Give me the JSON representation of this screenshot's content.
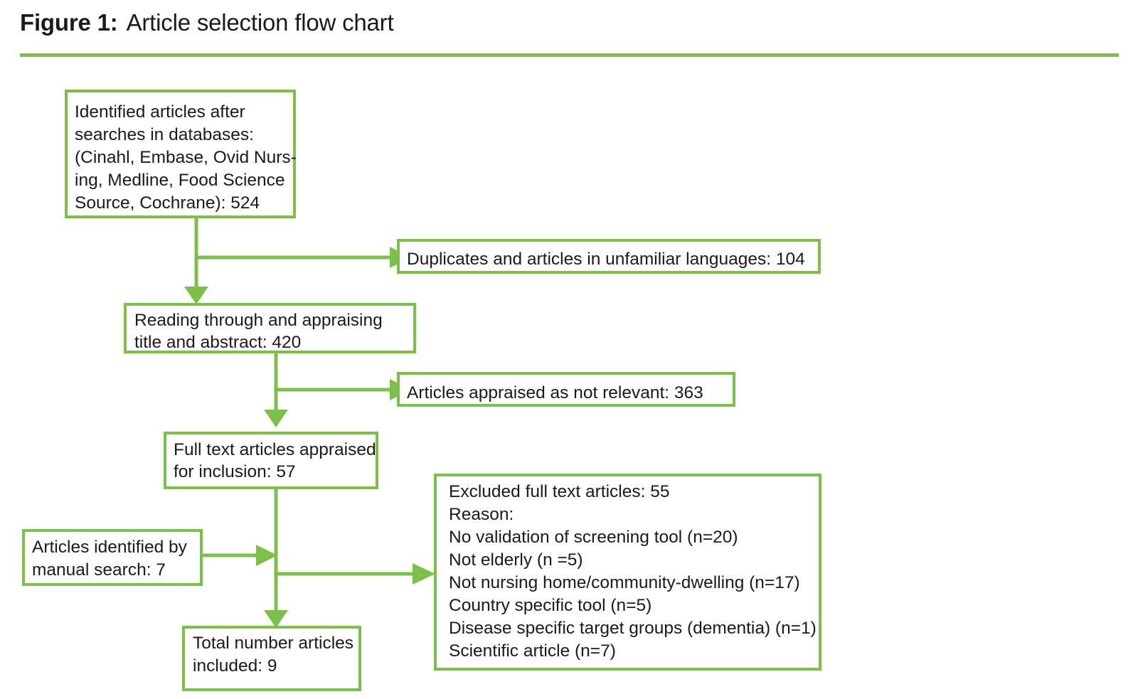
{
  "figure": {
    "label": "Figure 1:",
    "caption": "Article selection flow chart",
    "accent_color": "#7cc04b",
    "text_color": "#1a1a1a",
    "background_color": "#ffffff"
  },
  "nodes": {
    "identified": {
      "id": "identified-articles",
      "lines": [
        "Identified articles after",
        "searches in databases:",
        "(Cinahl, Embase, Ovid Nurs-",
        "ing, Medline, Food Science",
        "Source, Cochrane): 524"
      ],
      "count": 524
    },
    "duplicates": {
      "id": "duplicates-excluded",
      "lines": [
        "Duplicates and articles in unfamiliar languages: 104"
      ],
      "count": 104
    },
    "reading": {
      "id": "reading-appraising",
      "lines": [
        "Reading through and appraising",
        "title and abstract: 420"
      ],
      "count": 420
    },
    "not_relevant": {
      "id": "appraised-not-relevant",
      "lines": [
        "Articles appraised as not relevant: 363"
      ],
      "count": 363
    },
    "fulltext": {
      "id": "full-text-appraised",
      "lines": [
        "Full text articles appraised",
        "for inclusion: 57"
      ],
      "count": 57
    },
    "manual": {
      "id": "manual-search",
      "lines": [
        "Articles identified by",
        "manual search: 7"
      ],
      "count": 7
    },
    "excluded": {
      "id": "excluded-full-text",
      "lines": [
        "Excluded full text articles: 55",
        "Reason:",
        "No validation of screening tool (n=20)",
        "Not elderly (n =5)",
        "Not nursing home/community-dwelling (n=17)",
        "Country specific tool (n=5)",
        "Disease specific target groups (dementia) (n=1)",
        "Scientific article (n=7)"
      ],
      "count": 55,
      "reasons": [
        {
          "reason": "No validation of screening tool",
          "n": 20
        },
        {
          "reason": "Not elderly",
          "n": 5
        },
        {
          "reason": "Not nursing home/community-dwelling",
          "n": 17
        },
        {
          "reason": "Country specific tool",
          "n": 5
        },
        {
          "reason": "Disease specific target groups (dementia)",
          "n": 1
        },
        {
          "reason": "Scientific article",
          "n": 7
        }
      ]
    },
    "total": {
      "id": "total-included",
      "lines": [
        "Total number articles",
        "included: 9"
      ],
      "count": 9
    }
  }
}
